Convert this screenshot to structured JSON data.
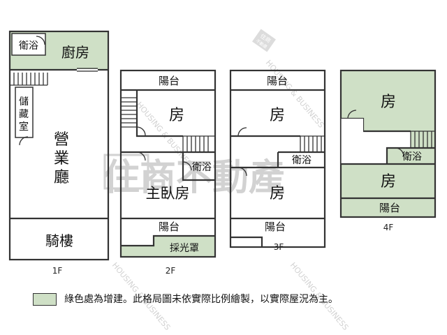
{
  "watermark": {
    "main_text": "住商不動產",
    "logo_text": [
      "住商",
      "不動產"
    ],
    "sub_text": "HOUSING & BUSINESS"
  },
  "floors": {
    "f1": {
      "label": "1F",
      "rooms": {
        "bathroom": "衛浴",
        "kitchen": "廚房",
        "storage": [
          "儲",
          "藏",
          "室"
        ],
        "business_hall": [
          "營",
          "業",
          "廳"
        ],
        "arcade": "騎樓"
      }
    },
    "f2": {
      "label": "2F",
      "rooms": {
        "balcony_top": "陽台",
        "room": "房",
        "bathroom": "衛浴",
        "master_bedroom": "主臥房",
        "balcony_bottom": "陽台",
        "skylight": "採光罩"
      }
    },
    "f3": {
      "label": "3F",
      "rooms": {
        "balcony_top": "陽台",
        "room_top": "房",
        "bathroom": "衛浴",
        "room_bottom": "房",
        "balcony_bottom": "陽台"
      }
    },
    "f4": {
      "label": "4F",
      "rooms": {
        "room_top": "房",
        "bathroom": "衛浴",
        "room_bottom": "房",
        "balcony": "陽台"
      }
    }
  },
  "legend": {
    "text": "綠色處為增建。此格局圖未依實際比例繪製，以實際屋況為主。",
    "color": "#cfe0c6"
  }
}
